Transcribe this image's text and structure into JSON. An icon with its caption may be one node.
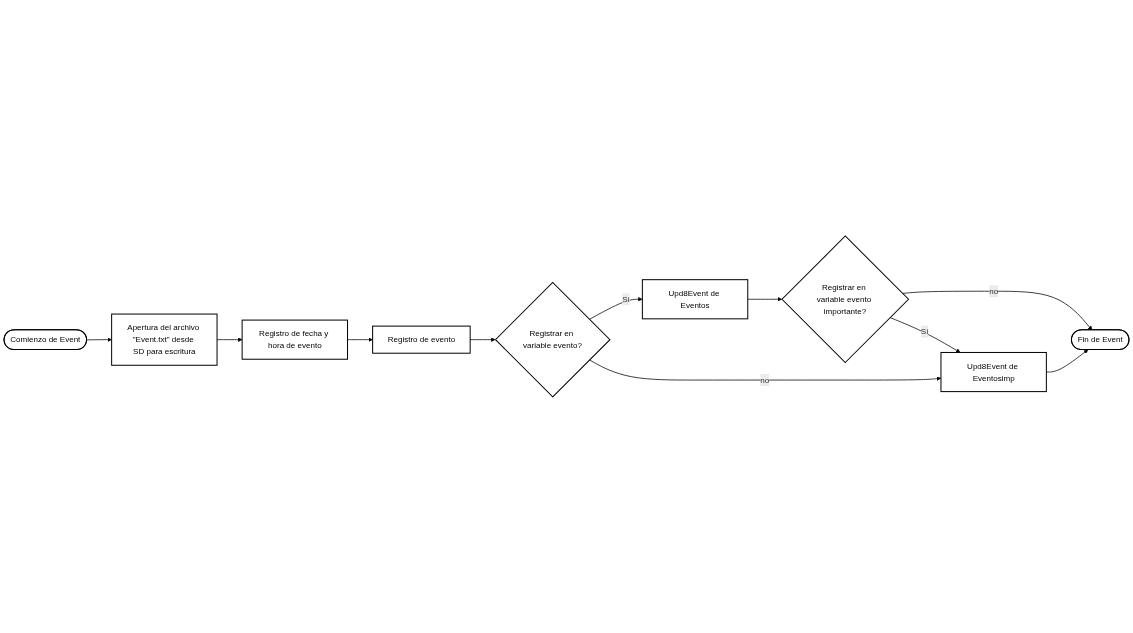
{
  "diagram": {
    "nodes": [
      {
        "text": [
          "Comienzo de Event"
        ]
      },
      {
        "text": [
          "Apertura del archivo \"Event.txt\" desde SD para escritura"
        ]
      },
      {
        "text": [
          "Registro de fecha y hora de evento"
        ]
      },
      {
        "text": [
          "Registro de evento"
        ]
      },
      {
        "text": [
          "Registrar en variable evento?"
        ]
      },
      {
        "text": [
          "Upd8Event de Eventos"
        ]
      },
      {
        "text": [
          "Registrar en variable evento importante?"
        ]
      },
      {
        "text": [
          "Fin de Event"
        ]
      },
      {
        "text": [
          "Upd8Event de Eventosimp"
        ]
      }
    ],
    "edges": [
      {
        "from": 0,
        "to": 1,
        "arrow": "to"
      },
      {
        "from": 1,
        "to": 2,
        "arrow": "to"
      },
      {
        "from": 2,
        "to": 3,
        "arrow": "to"
      },
      {
        "from": 3,
        "to": 4,
        "arrow": "to"
      },
      {
        "from": 4,
        "to": 5,
        "label": "Sí",
        "arrow": "to"
      },
      {
        "from": 5,
        "to": 6,
        "arrow": "to"
      },
      {
        "from": 6,
        "to": 7,
        "label": "no",
        "arrow": "to"
      },
      {
        "from": 6,
        "to": 8,
        "label": "Sí",
        "arrow": "to"
      },
      {
        "from": 4,
        "to": 8,
        "label": "no",
        "arrow": "to"
      },
      {
        "from": 8,
        "to": 7,
        "arrow": "to"
      }
    ]
  }
}
